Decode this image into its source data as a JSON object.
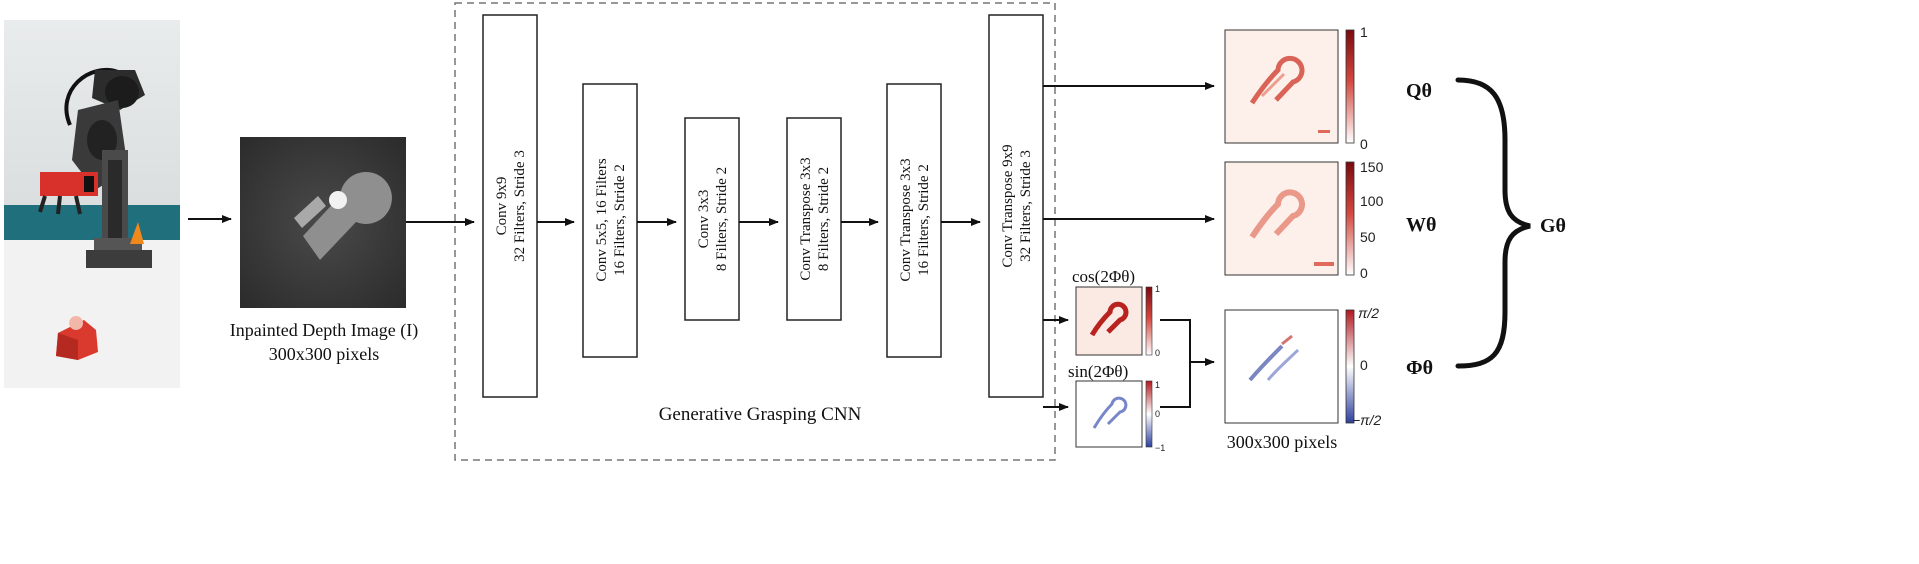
{
  "input": {
    "caption_line1": "Inpainted Depth Image (I)",
    "caption_line2": "300x300 pixels"
  },
  "network": {
    "title": "Generative Grasping CNN",
    "layers": [
      {
        "line1": "Conv 9x9",
        "line2": "32 Filters, Stride 3"
      },
      {
        "line1": "Conv 5x5, 16 Filters",
        "line2": "16 Filters, Stride 2"
      },
      {
        "line1": "Conv 3x3",
        "line2": "8 Filters, Stride 2"
      },
      {
        "line1": "Conv Transpose 3x3",
        "line2": "8 Filters, Stride 2"
      },
      {
        "line1": "Conv Transpose 3x3",
        "line2": "16 Filters, Stride 2"
      },
      {
        "line1": "Conv Transpose 9x9",
        "line2": "32 Filters, Stride 3"
      }
    ]
  },
  "outputs": {
    "q_label": "Qθ",
    "w_label": "Wθ",
    "phi_label": "Φθ",
    "g_label": "Gθ",
    "cos_label": "cos(2Φθ)",
    "sin_label": "sin(2Φθ)",
    "size_caption": "300x300 pixels",
    "q_ticks": [
      "1",
      "0"
    ],
    "w_ticks": [
      "150",
      "100",
      "50",
      "0"
    ],
    "cos_ticks": [
      "1",
      "0"
    ],
    "sin_ticks": [
      "1",
      "0",
      "−1"
    ],
    "phi_ticks": [
      "π/2",
      "0",
      "−π/2"
    ]
  },
  "colors": {
    "heat_red": "#c0282c",
    "heat_blue": "#3a4fae",
    "box_stroke": "#222222",
    "dashed_stroke": "#777777"
  }
}
